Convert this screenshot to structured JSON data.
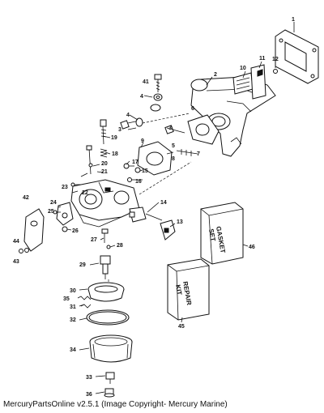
{
  "callouts": {
    "p1": "1",
    "p2": "2",
    "p3a": "3",
    "p3b": "3",
    "p4a": "4",
    "p4b": "4",
    "p5": "5",
    "p6": "6",
    "p7": "7",
    "p8": "8",
    "p9": "9",
    "p10": "10",
    "p11": "11",
    "p12": "12",
    "p13": "13",
    "p14": "14",
    "p15": "15",
    "p16": "16",
    "p17": "17",
    "p18": "18",
    "p19": "19",
    "p20": "20",
    "p21": "21",
    "p22": "22",
    "p23": "23",
    "p24": "24",
    "p25": "25",
    "p26": "26",
    "p27": "27",
    "p28": "28",
    "p29": "29",
    "p30": "30",
    "p31": "31",
    "p32": "32",
    "p33": "33",
    "p34": "34",
    "p35": "35",
    "p36": "36",
    "p41": "41",
    "p42": "42",
    "p43": "43",
    "p44": "44",
    "p45": "45",
    "p46": "46"
  },
  "packages": {
    "gasket_set_line1": "GASKET",
    "gasket_set_line2": "SET",
    "repair_kit_line1": "REPAIR",
    "repair_kit_line2": "KIT"
  },
  "footer": "MercuryPartsOnline v2.5.1 (Image Copyright- Mercury Marine)"
}
